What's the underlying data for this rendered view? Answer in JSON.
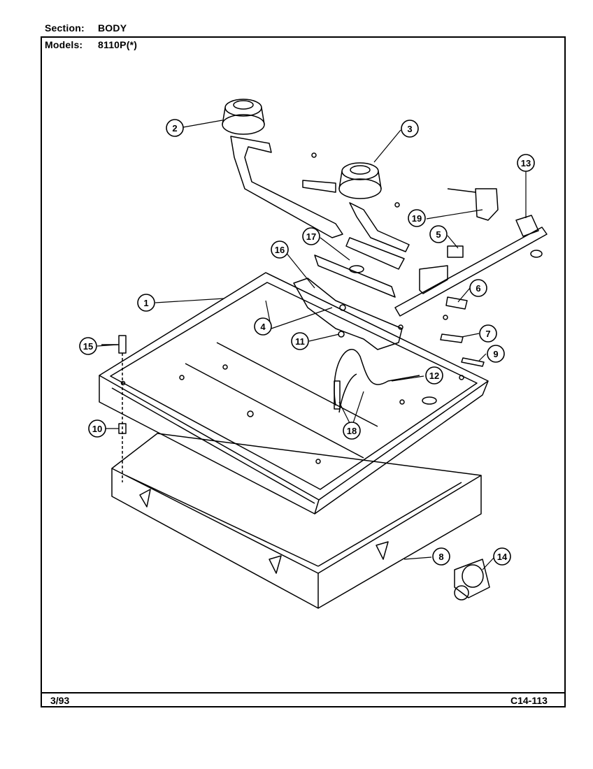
{
  "header": {
    "section_label": "Section:",
    "section_value": "BODY",
    "models_label": "Models:",
    "models_value": "8110P(*)"
  },
  "footer": {
    "date": "3/93",
    "page_code": "C14-113"
  },
  "callouts": [
    "1",
    "2",
    "3",
    "4",
    "5",
    "6",
    "7",
    "8",
    "9",
    "10",
    "11",
    "12",
    "13",
    "14",
    "15",
    "16",
    "17",
    "18",
    "19"
  ]
}
